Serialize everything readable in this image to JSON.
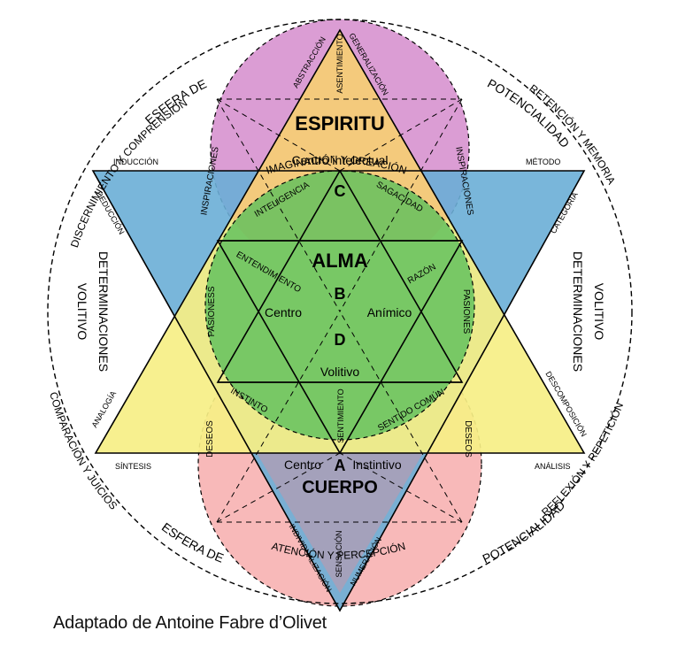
{
  "colors": {
    "spirit_circle": "#d58ccd",
    "body_circle": "#f6a8a8",
    "soul_circle": "#5bbf5b",
    "spirit_triangle": "#f4c77a",
    "body_triangle": "#a9a0b8",
    "blue_triangle": "#6aaed6",
    "yellow_triangle": "#f6ef86"
  },
  "outer_labels": {
    "top": "IMAGINACIÓN Y CREACIÓN",
    "bottom": "ATENCIÓN Y PERCEPCIÓN",
    "upper_left": "DISCERNIMIENTO Y COMPRENSIÓN",
    "upper_left_sphere": "ESFERA DE",
    "upper_right": "RETENCIÓN Y MEMORIA",
    "upper_right_sphere": "POTENCIALIDAD",
    "lower_left": "COMPARACIÓN Y JUICIOS",
    "lower_left_sphere": "ESFERA DE",
    "lower_right": "REFLEXIÓN Y REPETICIÓN",
    "lower_right_sphere": "POTENCIALIDAD",
    "left_side_1": "VOLITIVO",
    "left_side_2": "DETERMINACIONES",
    "right_side_1": "VOLITIVO",
    "right_side_2": "DETERMINACIONES"
  },
  "vertex_labels": {
    "induccion": "INDUCCIÓN",
    "metodo": "MÉTODO",
    "sintesis": "SÍNTESIS",
    "analisis": "ANÁLISIS",
    "deduccion": "DEDUCCIÓN",
    "categoria": "CATEGORÍA",
    "analogia": "ANALOGÍA",
    "descomposicion": "DESCOMPOSICIÓN",
    "abstraccion": "ABSTRACCIÓN",
    "asentimiento_top": "ASENTIMIENTO",
    "generalizacion": "GENERALIZACIÓN",
    "individualizacion": "INDIVIDUALIZACIÓN",
    "sensacion": "SENSACIÓN",
    "numeracion": "NUMERACIÓN"
  },
  "inner_labels": {
    "espiritu": "ESPIRITU",
    "centro_intelectual": "Centro intelectual",
    "alma": "ALMA",
    "cuerpo": "CUERPO",
    "centro_inst": "Centro",
    "instintivo": "Instintivo",
    "centro_mid": "Centro",
    "animico": "Anímico",
    "volitivo_center": "Volitivo",
    "letter_a": "A",
    "letter_b": "B",
    "letter_c": "C",
    "letter_d": "D",
    "inteligencia": "INTELIGENCIA",
    "sagacidad": "SAGACIDAD",
    "entendimiento": "ENTENDIMIENTO",
    "razon": "RAZÓN",
    "pasiones_left": "PASIONESS",
    "pasiones_right": "PASIONES",
    "instinto": "INSTINTO",
    "sentido_comun": "SENTIDO COMÚN",
    "sentimiento": "SENTIMIENTO",
    "inspiraciones_left": "INSPIRACIONES",
    "inspiraciones_right": "INSPIRACIONES",
    "deseos_left": "DESEOS",
    "deseos_right": "DESEOS"
  },
  "credit": "Adaptado de Antoine Fabre d’Olivet"
}
